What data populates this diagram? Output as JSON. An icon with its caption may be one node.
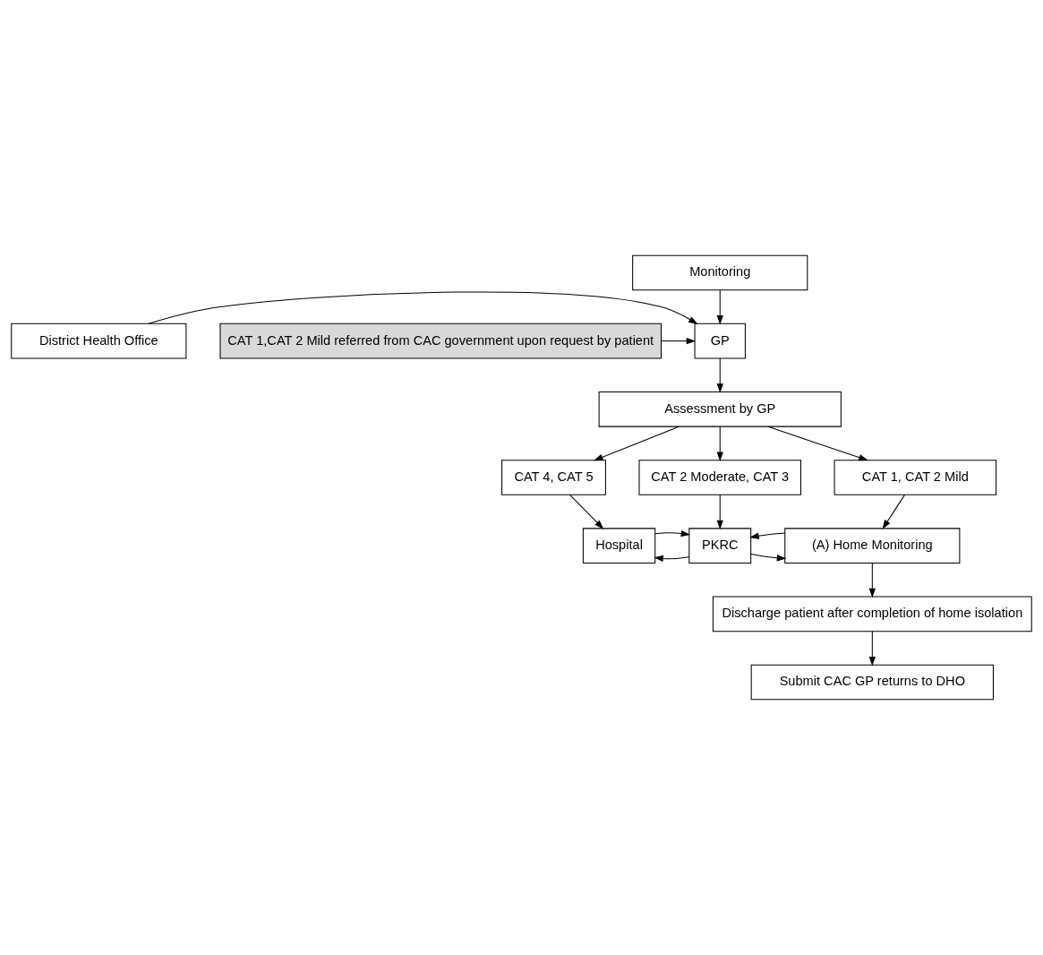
{
  "diagram": {
    "nodes": [
      {
        "text": [
          "Monitoring"
        ]
      },
      {
        "text": [
          "District Health Office"
        ]
      },
      {
        "text": [
          "GP"
        ]
      },
      {
        "text": [
          "CAT 1,CAT 2 Mild referred from CAC government upon request by patient"
        ]
      },
      {
        "text": [
          "Assessment by GP"
        ]
      },
      {
        "text": [
          "CAT 4, CAT 5"
        ]
      },
      {
        "text": [
          "CAT 2 Moderate, CAT 3"
        ]
      },
      {
        "text": [
          "CAT 1, CAT 2 Mild"
        ]
      },
      {
        "text": [
          "Hospital"
        ]
      },
      {
        "text": [
          "PKRC"
        ]
      },
      {
        "text": [
          "(A) Home Monitoring"
        ]
      },
      {
        "text": [
          "Discharge patient after completion of home isolation"
        ]
      },
      {
        "text": [
          "Submit CAC GP returns to DHO"
        ]
      }
    ],
    "edges": [
      {
        "from": 0,
        "to": 2,
        "arrow": "to"
      },
      {
        "from": 1,
        "to": 2,
        "arrow": "to"
      },
      {
        "from": 3,
        "to": 2,
        "arrow": "to"
      },
      {
        "from": 2,
        "to": 4,
        "arrow": "to"
      },
      {
        "from": 4,
        "to": 5,
        "arrow": "to"
      },
      {
        "from": 4,
        "to": 6,
        "arrow": "to"
      },
      {
        "from": 4,
        "to": 7,
        "arrow": "to"
      },
      {
        "from": 5,
        "to": 8,
        "arrow": "to"
      },
      {
        "from": 6,
        "to": 9,
        "arrow": "to"
      },
      {
        "from": 7,
        "to": 10,
        "arrow": "to"
      },
      {
        "from": 9,
        "to": 8,
        "arrow": "to"
      },
      {
        "from": 8,
        "to": 9,
        "arrow": "to"
      },
      {
        "from": 9,
        "to": 10,
        "arrow": "to"
      },
      {
        "from": 10,
        "to": 9,
        "arrow": "to"
      },
      {
        "from": 10,
        "to": 11,
        "arrow": "to"
      },
      {
        "from": 11,
        "to": 12,
        "arrow": "to"
      }
    ]
  }
}
